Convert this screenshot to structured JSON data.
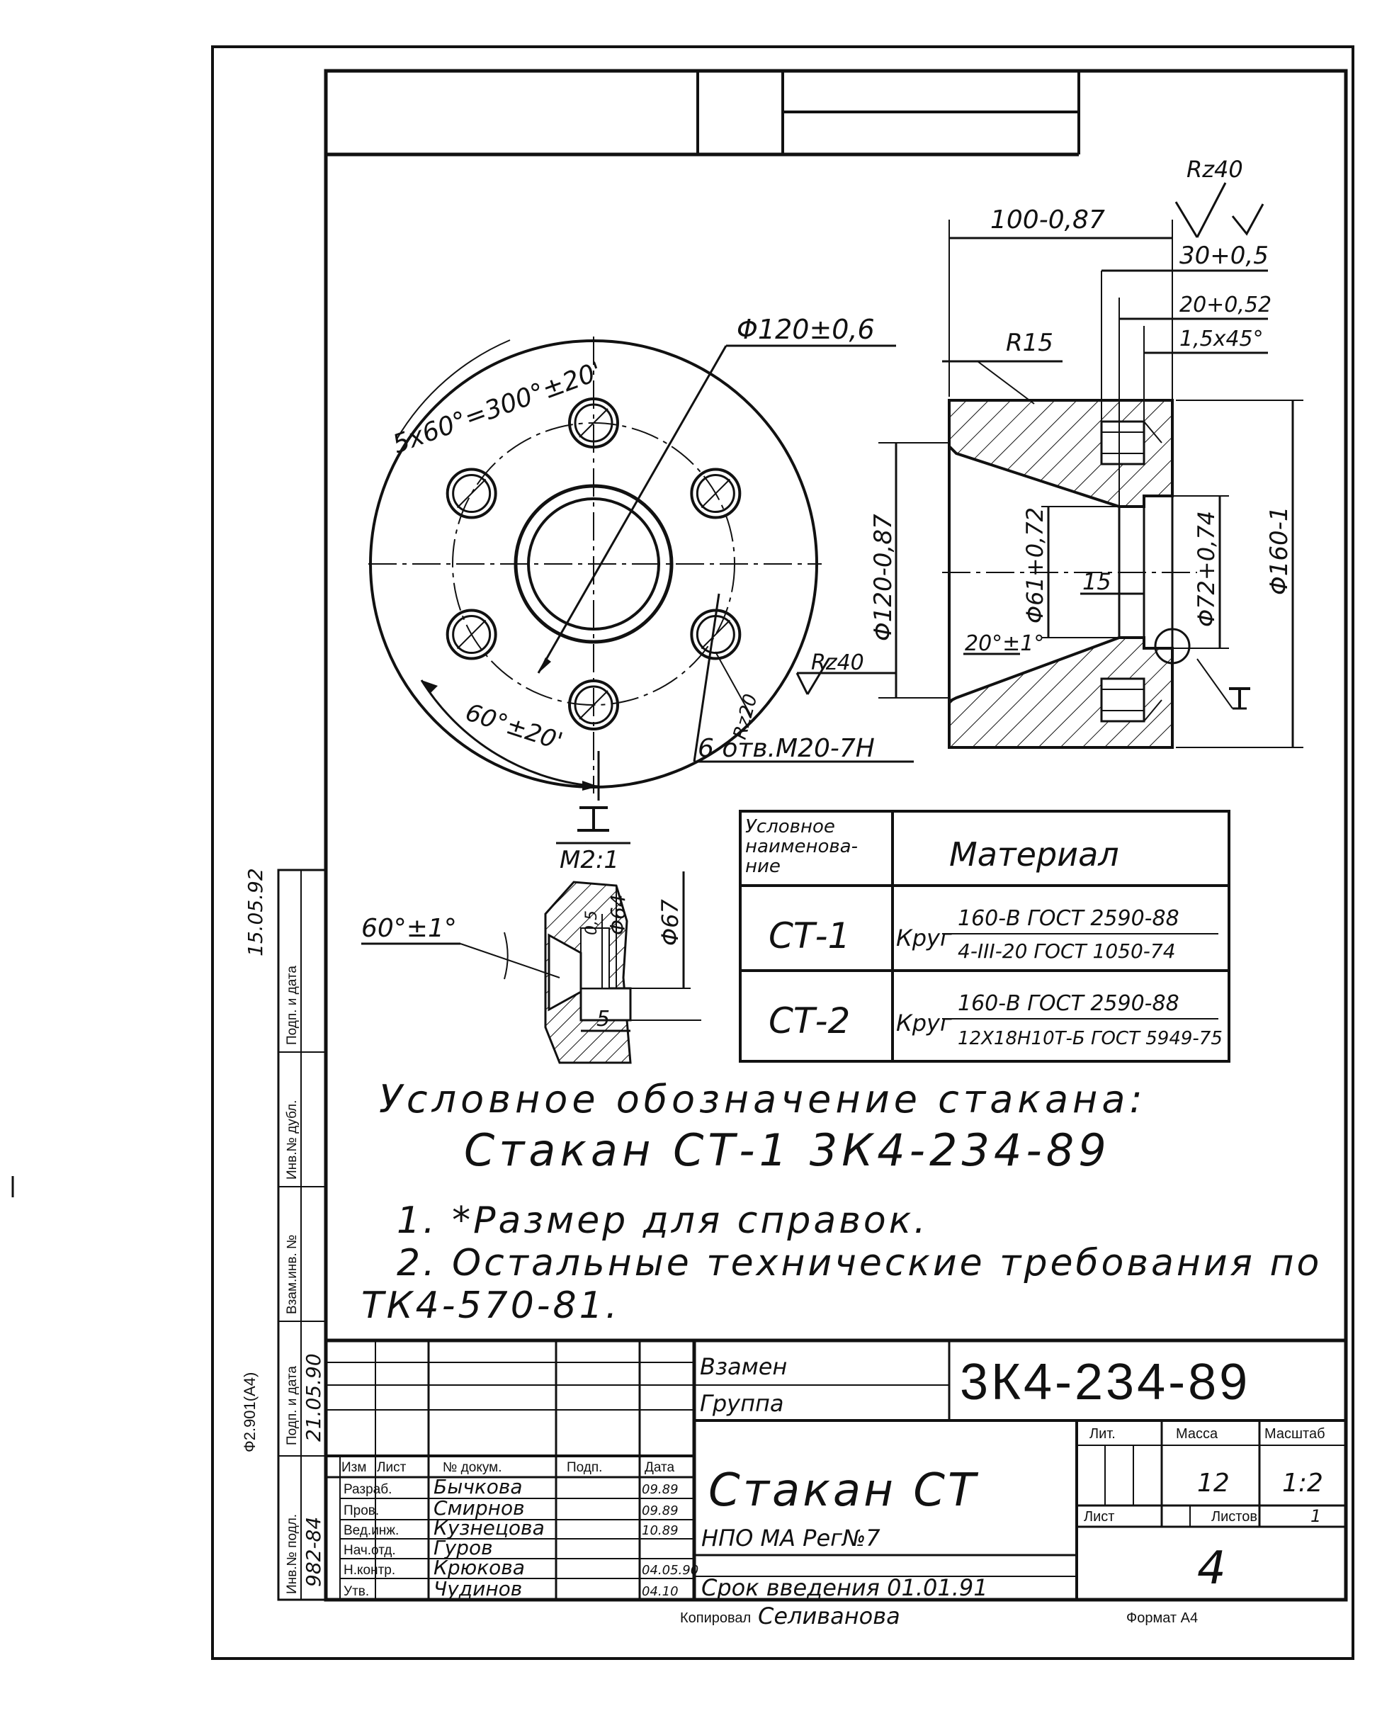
{
  "front_view": {
    "bolt_circle": "5х60°=300°±20'",
    "pitch_diameter": "Φ120±0,6",
    "angle": "60°±20'",
    "holes": "6 отв.М20-7Н",
    "roughness_hole": "Rz20",
    "roughness_outer": "Rz40",
    "section_mark": "I"
  },
  "section_view": {
    "roughness_general": "Rz40",
    "length": "100-0,87",
    "depth_30": "30+0,5",
    "depth_20": "20+0,52",
    "chamfer": "1,5х45°",
    "radius": "R15",
    "dia_120": "Φ120-0,87",
    "dia_61": "Φ61+0,72",
    "dia_72": "Φ72+0,74",
    "dia_160": "Φ160-1",
    "dim_15": "15",
    "angle_20": "20°±1°",
    "section_mark": "I"
  },
  "detail_view": {
    "title": "I",
    "scale": "М2:1",
    "angle": "60°±1°",
    "dim_05": "0,5",
    "dia_64": "Φ64",
    "dia_67": "Φ67",
    "dim_5": "5"
  },
  "material_table": {
    "col1_header": "Условное наименова- ние",
    "col2_header": "Материал",
    "rows": [
      {
        "name": "СТ-1",
        "prefix": "Круг",
        "top": "160-В ГОСТ 2590-88",
        "bottom": "4-III-20 ГОСТ 1050-74"
      },
      {
        "name": "СТ-2",
        "prefix": "Круг",
        "top": "160-В ГОСТ 2590-88",
        "bottom": "12Х18Н10Т-Б ГОСТ 5949-75"
      }
    ]
  },
  "designation": {
    "label": "Условное обозначение стакана:",
    "value": "Стакан СТ-1 3К4-234-89"
  },
  "notes": [
    "1. *Размер для справок.",
    "2. Остальные технические требования по",
    "ТК4-570-81."
  ],
  "side_stamp": {
    "format_code": "Ф2.901(А4)",
    "signature_date": "15.05.92",
    "labels": [
      "Инв.№ подл.",
      "Подп. и дата",
      "Взам.инв. №",
      "Инв.№ дубл.",
      "Подп. и дата"
    ],
    "values": [
      "982-84",
      "21.05.90"
    ]
  },
  "title_block": {
    "replace_label": "Взамен",
    "group_label": "Группа",
    "doc_number": "3К4-234-89",
    "headers": [
      "Изм",
      "Лист",
      "№ докум.",
      "Подп.",
      "Дата"
    ],
    "roles": [
      {
        "role": "Разраб.",
        "name": "Бычкова",
        "date": "09.89"
      },
      {
        "role": "Пров.",
        "name": "Смирнов",
        "date": "09.89"
      },
      {
        "role": "Вед.инж.",
        "name": "Кузнецова",
        "date": "10.89"
      },
      {
        "role": "Нач.отд.",
        "name": "Гуров",
        "date": ""
      },
      {
        "role": "Н.контр.",
        "name": "Крюкова",
        "date": "04.05.90"
      },
      {
        "role": "Утв.",
        "name": "Чудинов",
        "date": "04.10"
      }
    ],
    "part_name": "Стакан СТ",
    "lit_label": "Лит.",
    "mass_label": "Масса",
    "scale_label": "Масштаб",
    "mass": "12",
    "scale": "1:2",
    "sheet_label": "Лист",
    "sheets_label": "Листов",
    "sheets": "1",
    "org": "НПО МА Рег№7",
    "intro": "Срок введения 01.01.91",
    "sheet_no": "4"
  },
  "footer": {
    "copied_label": "Копировал",
    "copied_name": "Селиванова",
    "format": "Формат А4"
  }
}
